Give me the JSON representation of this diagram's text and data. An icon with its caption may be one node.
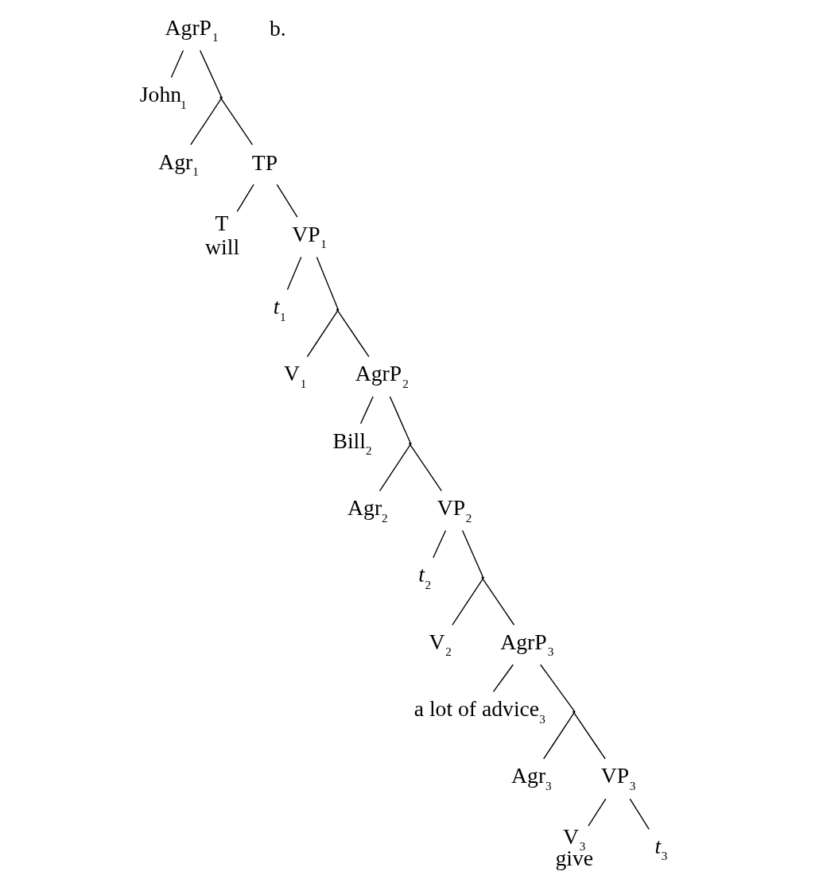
{
  "diagram": {
    "nodes": [
      {
        "text": [
          "AgrP$_{1}$"
        ]
      },
      {
        "text": [
          "John$_{1}$"
        ]
      },
      {
        "text": [],
        "shape": "point"
      },
      {
        "text": [
          "Agr$_{1}$"
        ]
      },
      {
        "text": [
          "TP"
        ]
      },
      {
        "text": [
          "T",
          "will"
        ]
      },
      {
        "text": [
          "VP$_{1}$"
        ]
      },
      {
        "text": [
          "*t*$_{1}$"
        ]
      },
      {
        "text": [],
        "shape": "point"
      },
      {
        "text": [
          "V$_{1}$"
        ]
      },
      {
        "text": [
          "AgrP$_{2}$"
        ]
      },
      {
        "text": [
          "Bill$_{2}$"
        ]
      },
      {
        "text": [],
        "shape": "point"
      },
      {
        "text": [
          "Agr$_{2}$"
        ]
      },
      {
        "text": [
          "VP$_{2}$"
        ]
      },
      {
        "text": [
          "*t*$_{2}$"
        ]
      },
      {
        "text": [],
        "shape": "point"
      },
      {
        "text": [
          "V$_{2}$"
        ]
      },
      {
        "text": [
          "AgrP$_{3}$"
        ]
      },
      {
        "text": [
          "a lot of advice$_{3}$"
        ]
      },
      {
        "text": [],
        "shape": "point"
      },
      {
        "text": [
          "Agr$_{3}$"
        ]
      },
      {
        "text": [
          "VP$_{3}$"
        ]
      },
      {
        "text": [
          "V$_{3}$",
          "give"
        ]
      },
      {
        "text": [
          "*t*$_{3}$"
        ]
      }
    ],
    "edges": [
      {
        "from": 0,
        "to": 1,
        "arrow": "none"
      },
      {
        "from": 0,
        "to": 2,
        "arrow": "none"
      },
      {
        "from": 2,
        "to": 3,
        "arrow": "none"
      },
      {
        "from": 2,
        "to": 4,
        "arrow": "none"
      },
      {
        "from": 4,
        "to": 5,
        "arrow": "none"
      },
      {
        "from": 4,
        "to": 6,
        "arrow": "none"
      },
      {
        "from": 6,
        "to": 7,
        "arrow": "none"
      },
      {
        "from": 6,
        "to": 8,
        "arrow": "none"
      },
      {
        "from": 8,
        "to": 9,
        "arrow": "none"
      },
      {
        "from": 8,
        "to": 10,
        "arrow": "none"
      },
      {
        "from": 10,
        "to": 11,
        "arrow": "none"
      },
      {
        "from": 10,
        "to": 12,
        "arrow": "none"
      },
      {
        "from": 12,
        "to": 13,
        "arrow": "none"
      },
      {
        "from": 12,
        "to": 14,
        "arrow": "none"
      },
      {
        "from": 14,
        "to": 15,
        "arrow": "none"
      },
      {
        "from": 14,
        "to": 16,
        "arrow": "none"
      },
      {
        "from": 16,
        "to": 17,
        "arrow": "none"
      },
      {
        "from": 16,
        "to": 18,
        "arrow": "none"
      },
      {
        "from": 18,
        "to": 19,
        "arrow": "none"
      },
      {
        "from": 18,
        "to": 20,
        "arrow": "none"
      },
      {
        "from": 20,
        "to": 21,
        "arrow": "none"
      },
      {
        "from": 20,
        "to": 22,
        "arrow": "none"
      },
      {
        "from": 22,
        "to": 23,
        "arrow": "none"
      },
      {
        "from": 22,
        "to": 24,
        "arrow": "none"
      }
    ],
    "labels": [
      "b."
    ]
  }
}
